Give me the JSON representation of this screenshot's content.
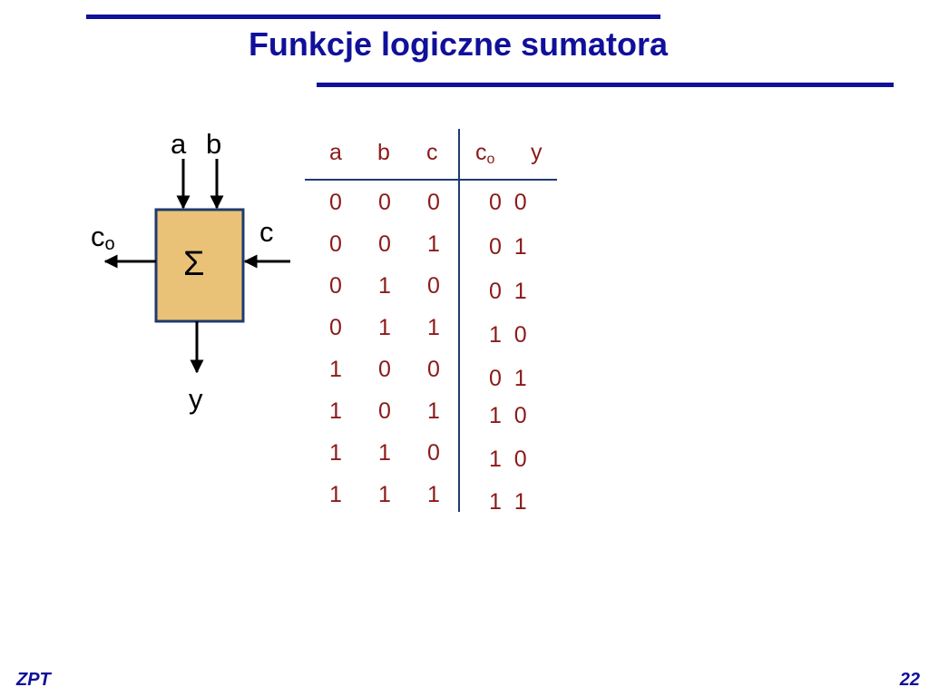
{
  "title": "Funkcje logiczne sumatora",
  "diagram": {
    "input_a": "a",
    "input_b": "b",
    "input_c": "c",
    "output_carry": "c",
    "output_carry_sub": "o",
    "output_y": "y",
    "symbol": "Σ",
    "box_fill": "#e9c277",
    "box_border": "#1f3b6e"
  },
  "table": {
    "headers": {
      "a": "a",
      "b": "b",
      "c": "c",
      "co": "c",
      "co_sub": "o",
      "y": "y"
    },
    "rows": [
      {
        "a": "0",
        "b": "0",
        "c": "0",
        "out": "0  0"
      },
      {
        "a": "0",
        "b": "0",
        "c": "1",
        "out": "0  1"
      },
      {
        "a": "0",
        "b": "1",
        "c": "0",
        "out": "0  1"
      },
      {
        "a": "0",
        "b": "1",
        "c": "1",
        "out": "1  0"
      },
      {
        "a": "1",
        "b": "0",
        "c": "0",
        "out": "0  1"
      },
      {
        "a": "1",
        "b": "0",
        "c": "1",
        "out": "1  0"
      },
      {
        "a": "1",
        "b": "1",
        "c": "0",
        "out": "1  0"
      },
      {
        "a": "1",
        "b": "1",
        "c": "1",
        "out": "1  1"
      }
    ]
  },
  "footer": {
    "left": "ZPT",
    "right": "22"
  },
  "colors": {
    "title": "#10109a",
    "table_text": "#8b1a1a"
  }
}
